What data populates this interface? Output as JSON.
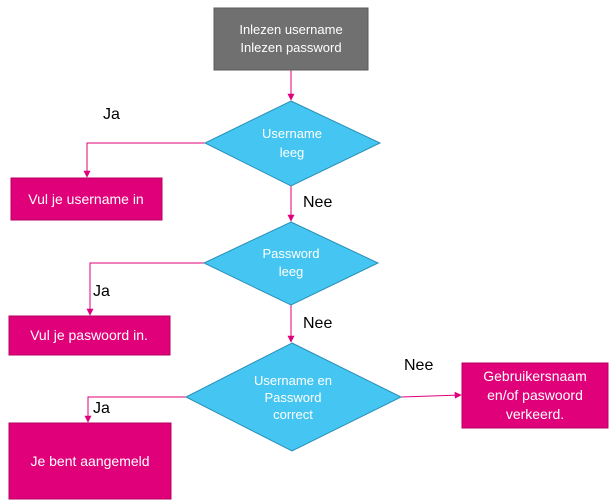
{
  "colors": {
    "start_fill": "#707070",
    "decision_fill": "#45C6F2",
    "decision_stroke": "#2A8FB8",
    "action_fill": "#E0007A",
    "edge": "#E0007A"
  },
  "start": {
    "line1": "Inlezen username",
    "line2": "Inlezen password"
  },
  "decision_username": {
    "line1": "Username",
    "line2": "leeg"
  },
  "decision_password": {
    "line1": "Password",
    "line2": "leeg"
  },
  "decision_correct": {
    "line1": "Username en",
    "line2": "Password",
    "line3": "correct"
  },
  "action_username": {
    "text": "Vul je username in"
  },
  "action_password": {
    "text": "Vul je paswoord in."
  },
  "action_loggedin": {
    "text": "Je bent aangemeld"
  },
  "action_wrong": {
    "line1": "Gebruikersnaam",
    "line2": "en/of paswoord",
    "line3": "verkeerd."
  },
  "labels": {
    "ja_1": "Ja",
    "nee_1": "Nee",
    "ja_2": "Ja",
    "nee_2": "Nee",
    "nee_3": "Nee",
    "ja_3": "Ja"
  }
}
